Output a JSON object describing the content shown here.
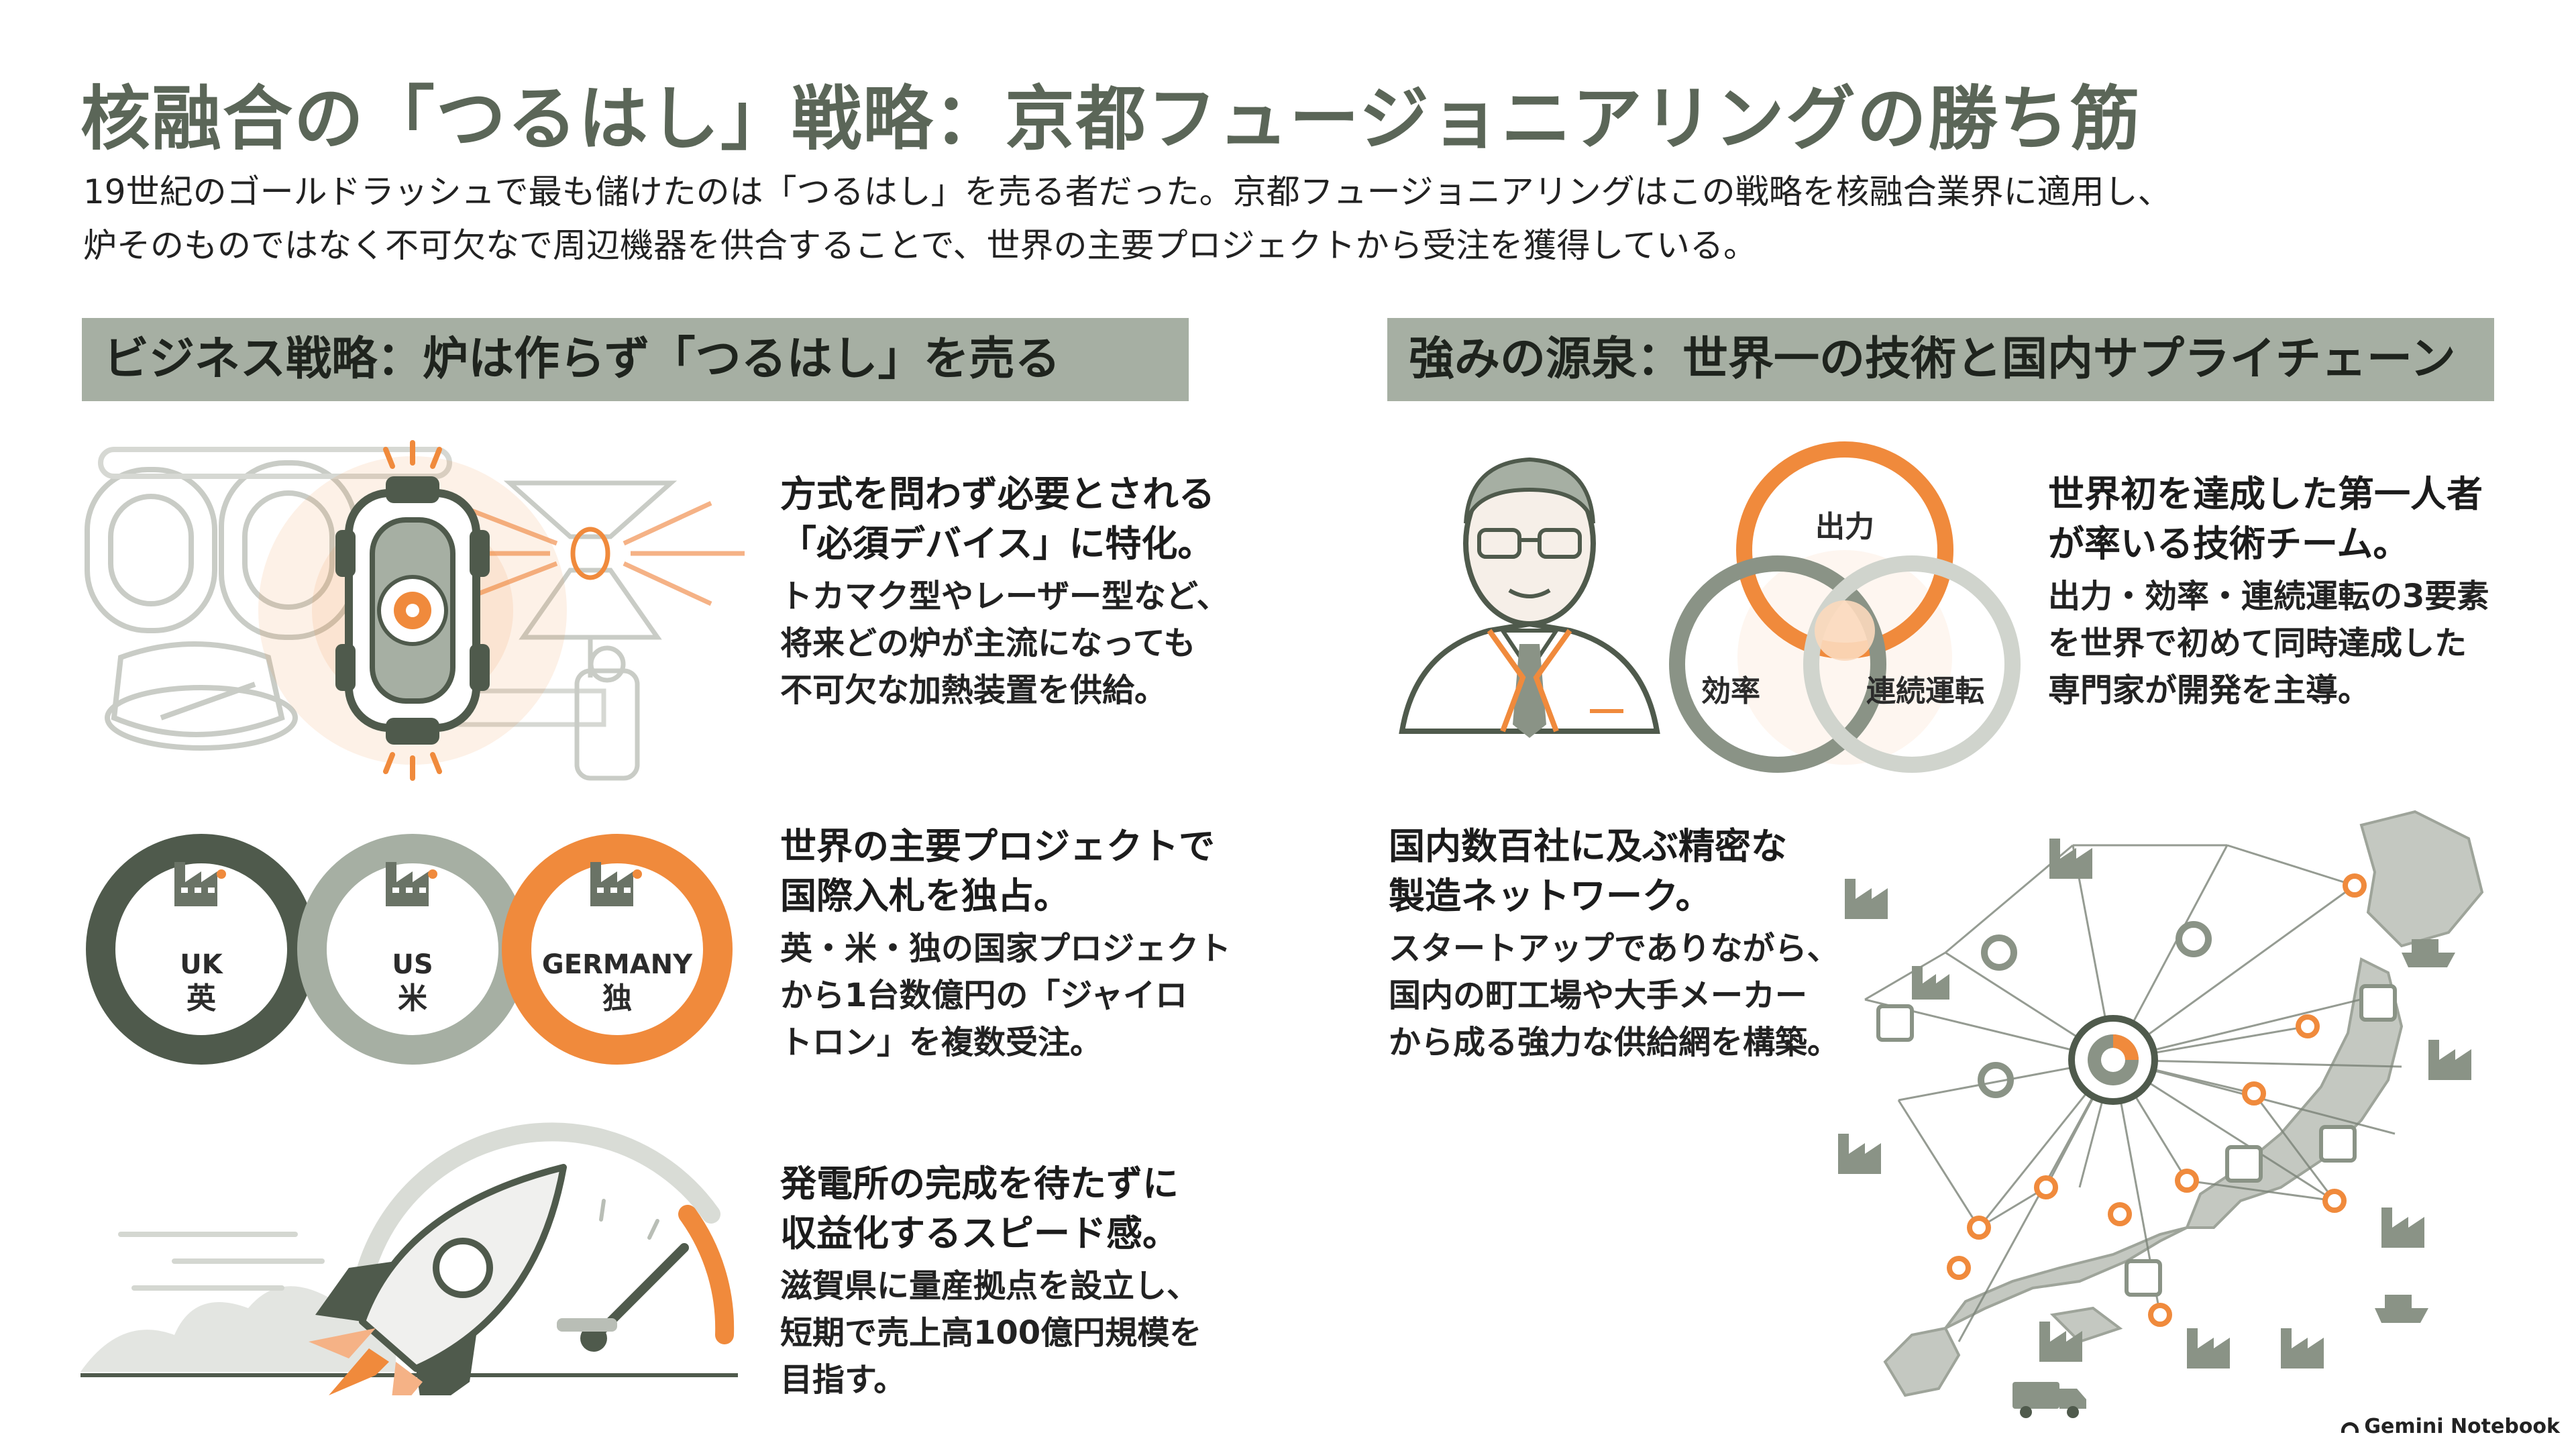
{
  "title": "核融合の「つるはし」戦略：京都フュージョニアリングの勝ち筋",
  "intro": {
    "line1": "19世紀のゴールドラッシュで最も儲けたのは「つるはし」を売る者だった。京都フュージョニアリングはこの戦略を核融合業界に適用し、",
    "line2": "炉そのものではなく不可欠なで周辺機器を供合することで、世界の主要プロジェクトから受注を獲得している。"
  },
  "left_section": {
    "header": "ビジネス戦略：炉は作らず「つるはし」を売る",
    "items": [
      {
        "heading": [
          "方式を問わず必要とされる",
          "「必須デバイス」に特化。"
        ],
        "body": [
          "トカマク型やレーザー型など、",
          "将来どの炉が主流になっても",
          "不可欠な加熱装置を供給。"
        ]
      },
      {
        "heading": [
          "世界の主要プロジェクトで",
          "国際入札を独占。"
        ],
        "body": [
          "英・米・独の国家プロジェクト",
          "から1台数億円の「ジャイロ",
          "トロン」を複数受注。"
        ]
      },
      {
        "heading": [
          "発電所の完成を待たずに",
          "収益化するスピード感。"
        ],
        "body": [
          "滋賀県に量産拠点を設立し、",
          "短期で売上高100億円規模を",
          "目指す。"
        ]
      }
    ],
    "countries": [
      {
        "en": "UK",
        "jp": "英"
      },
      {
        "en": "US",
        "jp": "米"
      },
      {
        "en": "GERMANY",
        "jp": "独"
      }
    ]
  },
  "right_section": {
    "header": "強みの源泉：世界一の技術と国内サプライチェーン",
    "venn": {
      "top": "出力",
      "left": "効率",
      "right": "連続運転"
    },
    "items": [
      {
        "heading": [
          "世界初を達成した第一人者",
          "が率いる技術チーム。"
        ],
        "body": [
          "出力・効率・連続運転の3要素",
          "を世界で初めて同時達成した",
          "専門家が開発を主導。"
        ]
      },
      {
        "heading": [
          "国内数百社に及ぶ精密な",
          "製造ネットワーク。"
        ],
        "body": [
          "スタートアップでありながら、",
          "国内の町工場や大手メーカー",
          "から成る強力な供給網を構築。"
        ]
      }
    ]
  },
  "credit": "Gemini Notebook",
  "colors": {
    "accent": "#f08a3c",
    "sage": "#a6afa3",
    "dark": "#4f5a4c",
    "grey": "#b9beb6"
  },
  "icons": [
    "gyrotron-icon",
    "tokamak-icon",
    "laser-reactor-icon",
    "factory-icon",
    "rocket-icon",
    "speedometer-icon",
    "scientist-icon",
    "venn-diagram-icon",
    "japan-map-icon",
    "gear-icon",
    "chip-icon",
    "truck-icon",
    "ship-icon",
    "gemini-logo-icon"
  ]
}
